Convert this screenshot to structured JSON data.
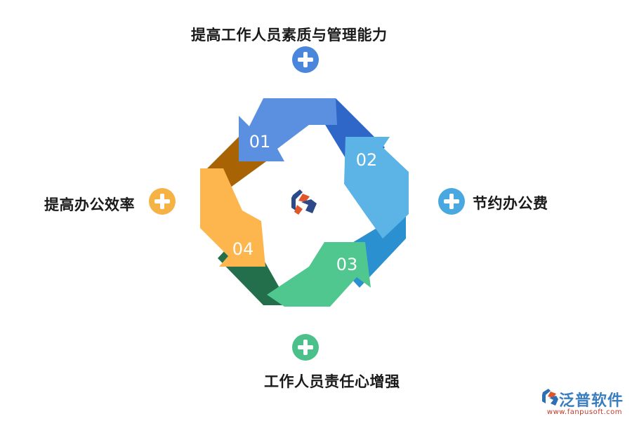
{
  "labels": {
    "top": "提高工作人员素质与管理能力",
    "right": "节约办公费",
    "bottom": "工作人员责任心增强",
    "left": "提高办公效率"
  },
  "steps": [
    "01",
    "02",
    "03",
    "04"
  ],
  "watermark": {
    "brand": "泛普软件",
    "url": "www.fanpusoft.com"
  },
  "colors": {
    "top_plus": "#4a86dc",
    "right_plus": "#4aa8e0",
    "bottom_plus": "#4cc08a",
    "left_plus": "#f5b245",
    "step1": "#5b8fe0",
    "step1_dark": "#2f67c8",
    "step2": "#5bb3e6",
    "step2_dark": "#2a90d0",
    "step3": "#4fc78f",
    "step3_dark": "#246f4b",
    "step4": "#fdb54e",
    "step4_dark": "#a86305"
  },
  "icons": {
    "plus": "plus-circle-icon",
    "center": "fanpu-logo-icon"
  }
}
